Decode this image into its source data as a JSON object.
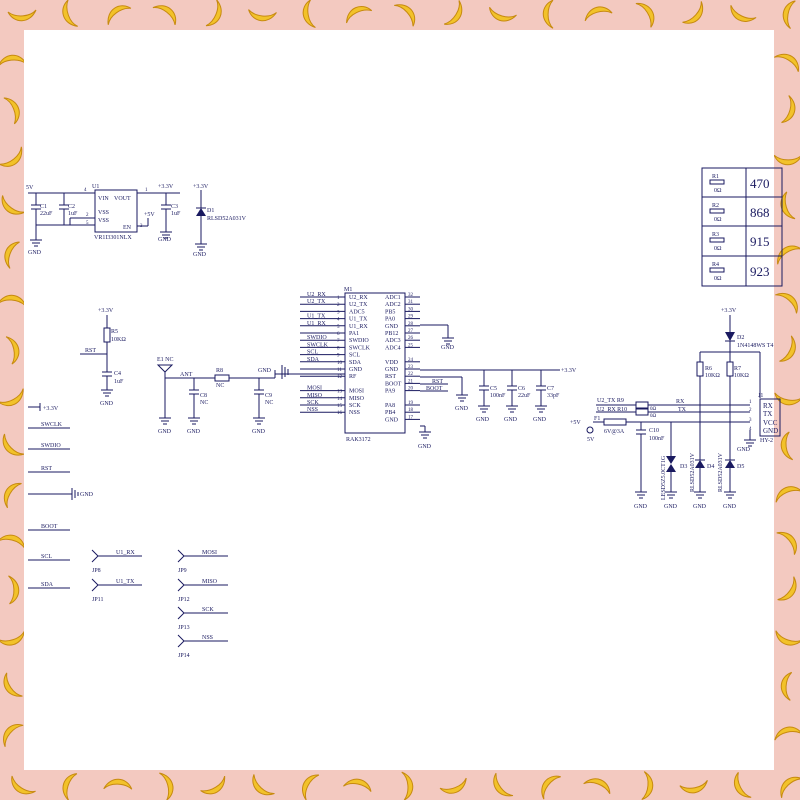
{
  "decor": {
    "border_color": "#f3c9c0",
    "decoration": "yellow-banana-icon",
    "sheet_color": "#ffffff",
    "ink_color": "#1a1a60"
  },
  "regulator": {
    "in_net": "5V",
    "c1": "C1",
    "c1_val": "22uF",
    "c2": "C2",
    "c2_val": "1uF",
    "u1": "U1",
    "pin_vin": "VIN",
    "pin_vout": "VOUT",
    "pin_vss1": "VSS",
    "pin_vss2": "VSS",
    "pin_en": "EN",
    "part": "VR1I3301NLX",
    "p4": "4",
    "p1": "1",
    "p2": "2",
    "p5": "5",
    "p3": "3",
    "out_net": "+3.3V",
    "en_net": "+5V",
    "c3": "C3",
    "c3_val": "1uF",
    "d1_net": "+3.3V",
    "d1": "D1",
    "d1_part": "RLSD52A031V",
    "gnd1": "GND",
    "gnd2": "GND",
    "gnd3": "GND"
  },
  "freq_table": {
    "rows": [
      {
        "ref": "R1",
        "val": "0Ω",
        "freq": "470"
      },
      {
        "ref": "R2",
        "val": "0Ω",
        "freq": "868"
      },
      {
        "ref": "R3",
        "val": "0Ω",
        "freq": "915"
      },
      {
        "ref": "R4",
        "val": "0Ω",
        "freq": "923"
      }
    ]
  },
  "reset": {
    "net": "+3.3V",
    "r5": "R5",
    "r5_val": "10KΩ",
    "rst": "RST",
    "c4": "C4",
    "c4_val": "1uF",
    "gnd": "GND"
  },
  "antenna": {
    "e1": "E1 NC",
    "ant": "ANT",
    "r8": "R8",
    "r8_nc": "NC",
    "c8": "C8",
    "c8_nc": "NC",
    "c9": "C9",
    "c9_nc": "NC",
    "gnd_net": "GND",
    "gnd1": "GND",
    "gnd2": "GND",
    "gnd3": "GND"
  },
  "module": {
    "ref": "M1",
    "name": "RAK3172",
    "left_nets": [
      "U2_RX",
      "U2_TX",
      "",
      "U1_TX",
      "U1_RX",
      "",
      "SWDIO",
      "SWCLK",
      "SCL",
      "SDA",
      "",
      "",
      "",
      "MOSI",
      "MISO",
      "SCK",
      "NSS"
    ],
    "left_pins": [
      "U2_RX",
      "U2_TX",
      "ADC5",
      "U1_TX",
      "U1_RX",
      "PA1",
      "SWDIO",
      "SWCLK",
      "SCL",
      "SDA",
      "GND",
      "RF",
      "",
      "MOSI",
      "MISO",
      "SCK",
      "NSS"
    ],
    "left_nums": [
      "1",
      "2",
      "3",
      "4",
      "5",
      "6",
      "7",
      "8",
      "9",
      "10",
      "11",
      "12",
      "",
      "13",
      "14",
      "15",
      "16"
    ],
    "right_pins": [
      "ADC1",
      "ADC2",
      "PB5",
      "PA0",
      "GND",
      "PB12",
      "ADC3",
      "ADC4",
      "",
      "VDD",
      "GND",
      "RST",
      "BOOT",
      "PA9",
      "",
      "PA8",
      "PB4",
      "GND"
    ],
    "right_nums": [
      "32",
      "31",
      "30",
      "29",
      "28",
      "27",
      "26",
      "25",
      "",
      "24",
      "23",
      "22",
      "21",
      "20",
      "",
      "19",
      "18",
      "17"
    ],
    "gnd_right": "GND",
    "gnd_bottom": "GND",
    "rst_net": "RST",
    "boot_net": "BOOT",
    "gnd_mid": "GND"
  },
  "decoupling": {
    "net": "+3.3V",
    "c5": "C5",
    "c5_val": "100nF",
    "c6": "C6",
    "c6_val": "22uF",
    "c7": "C7",
    "c7_val": "33pF",
    "gnd1": "GND",
    "gnd2": "GND",
    "gnd3": "GND"
  },
  "uart": {
    "d2": "D2",
    "d2_part": "1N4148WS T4",
    "net_top": "+3.3V",
    "r6": "R6",
    "r6_val": "10KΩ",
    "r7": "R7",
    "r7_val": "10KΩ",
    "u2tx_r9": "U2_TX R9",
    "u2rx_r10": "U2_RX R10",
    "r9_val": "0Ω",
    "r10_val": "0Ω",
    "rx": "RX",
    "tx": "TX",
    "plus5": "+5V",
    "f1": "F1",
    "f1_val": "6V@3A",
    "test_pt": "5V",
    "c10": "C10",
    "c10_val": "100nF",
    "d3_part": "LESD5Z5.0CT1G",
    "d3": "D3",
    "d4_part": "RLSD52A031V",
    "d4": "D4",
    "d5_part": "RLSD52A031V",
    "d5": "D5",
    "j1": "J1",
    "j1_rx": "RX",
    "j1_tx": "TX",
    "j1_vcc": "VCC",
    "j1_gnd": "GND",
    "j1_part": "HY-2",
    "j1_n1": "1",
    "j1_n2": "2",
    "j1_n3": "3",
    "j1_n4": "4",
    "gnds": [
      "GND",
      "GND",
      "GND",
      "GND",
      "GND",
      "GND"
    ]
  },
  "header_nets": {
    "v33": "+3.3V",
    "swclk": "SWCLK",
    "swdio": "SWDIO",
    "rst": "RST",
    "gnd": "GND",
    "boot": "BOOT",
    "scl": "SCL",
    "sda": "SDA"
  },
  "jumpers": [
    {
      "ref": "JP8",
      "net": "U1_RX"
    },
    {
      "ref": "JP11",
      "net": "U1_TX"
    },
    {
      "ref": "JP9",
      "net": "MOSI"
    },
    {
      "ref": "JP12",
      "net": "MISO"
    },
    {
      "ref": "JP13",
      "net": "SCK"
    },
    {
      "ref": "JP14",
      "net": "NSS"
    }
  ]
}
